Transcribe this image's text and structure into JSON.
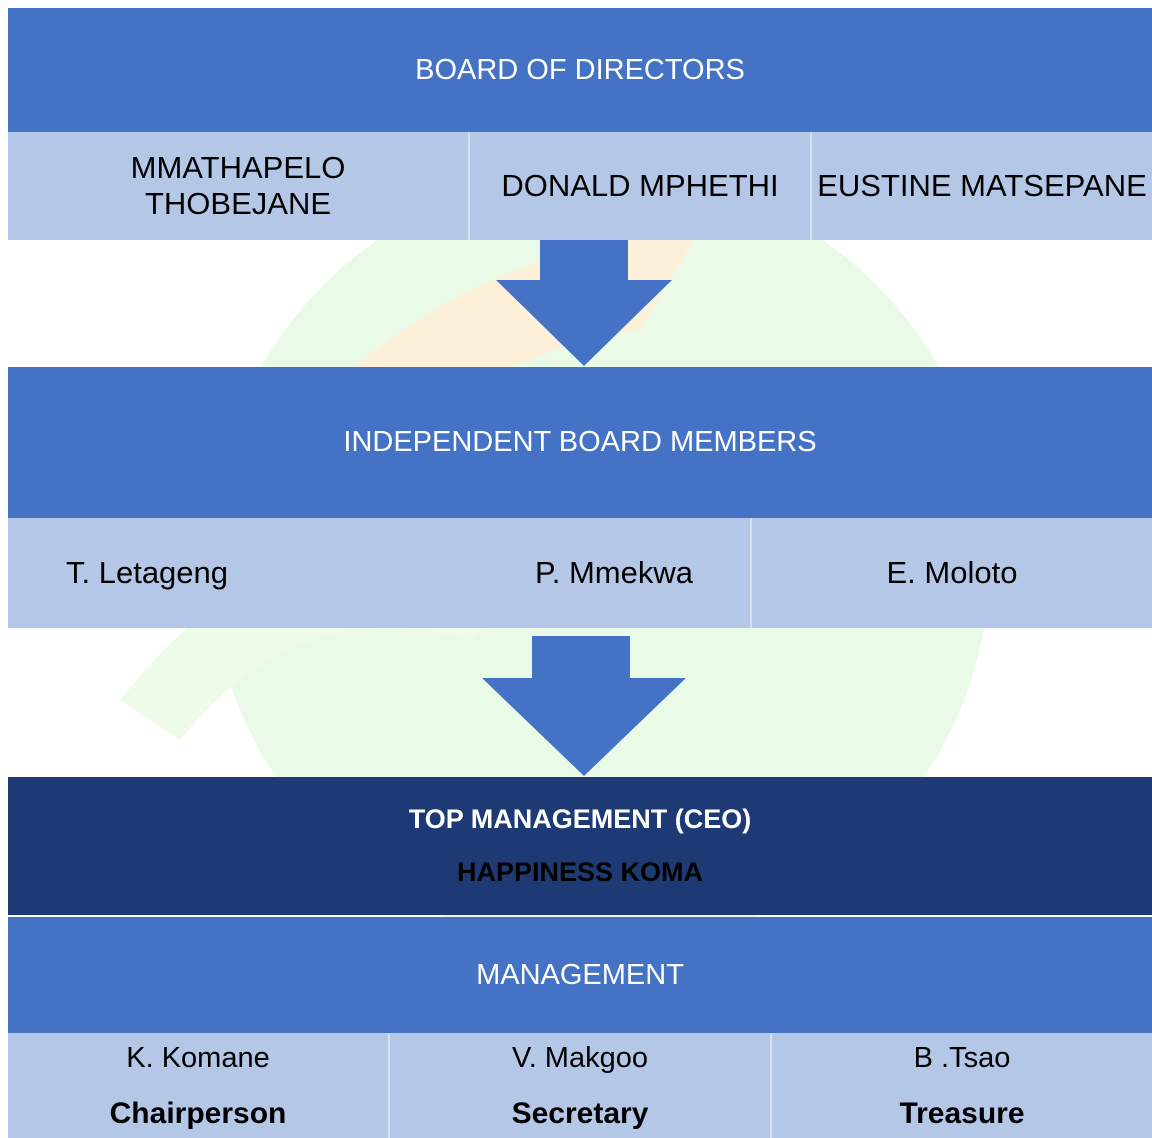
{
  "board": {
    "title": "BOARD OF DIRECTORS",
    "members": [
      "MMATHAPELO THOBEJANE",
      "DONALD MPHETHI",
      "EUSTINE MATSEPANE"
    ]
  },
  "independent": {
    "title": "INDEPENDENT BOARD MEMBERS",
    "members": [
      "T. Letageng",
      "P. Mmekwa",
      "E. Moloto"
    ]
  },
  "top_management": {
    "title": "TOP MANAGEMENT (CEO)",
    "name": "HAPPINESS KOMA"
  },
  "management": {
    "title": "MANAGEMENT",
    "members": [
      {
        "name": "K. Komane",
        "role": "Chairperson"
      },
      {
        "name": "V. Makgoo",
        "role": "Secretary"
      },
      {
        "name": "B .Tsao",
        "role": "Treasure"
      }
    ]
  },
  "colors": {
    "header_band": "#4472c4",
    "member_row": "#b4c7e7",
    "top_management": "#1e3a75",
    "arrow": "#4472c4"
  }
}
